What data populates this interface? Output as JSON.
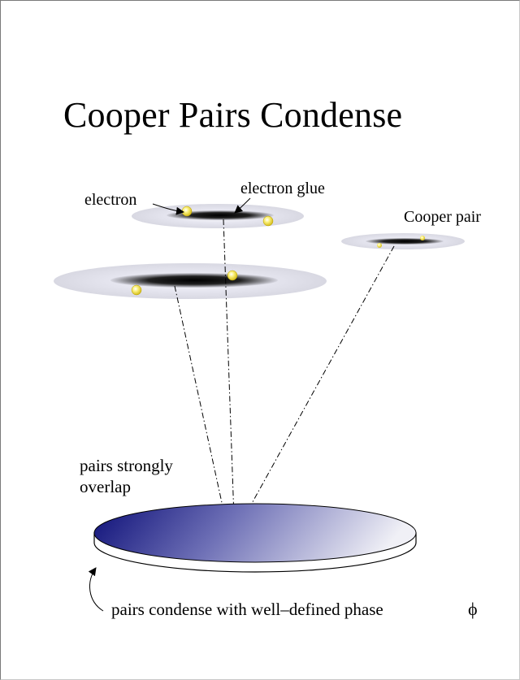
{
  "title": "Cooper Pairs  Condense",
  "labels": {
    "electron": "electron",
    "electron_glue": "electron glue",
    "cooper_pair": "Cooper pair",
    "overlap": "pairs strongly\noverlap",
    "caption": "pairs condense with well–defined phase",
    "phase_symbol": "ϕ"
  },
  "colors": {
    "halo": "#dedee9",
    "pair_core": "#000000",
    "electron_ball": "#f4e23a",
    "condensate_dark": "#0d0f78",
    "condensate_light": "#ececf4"
  }
}
